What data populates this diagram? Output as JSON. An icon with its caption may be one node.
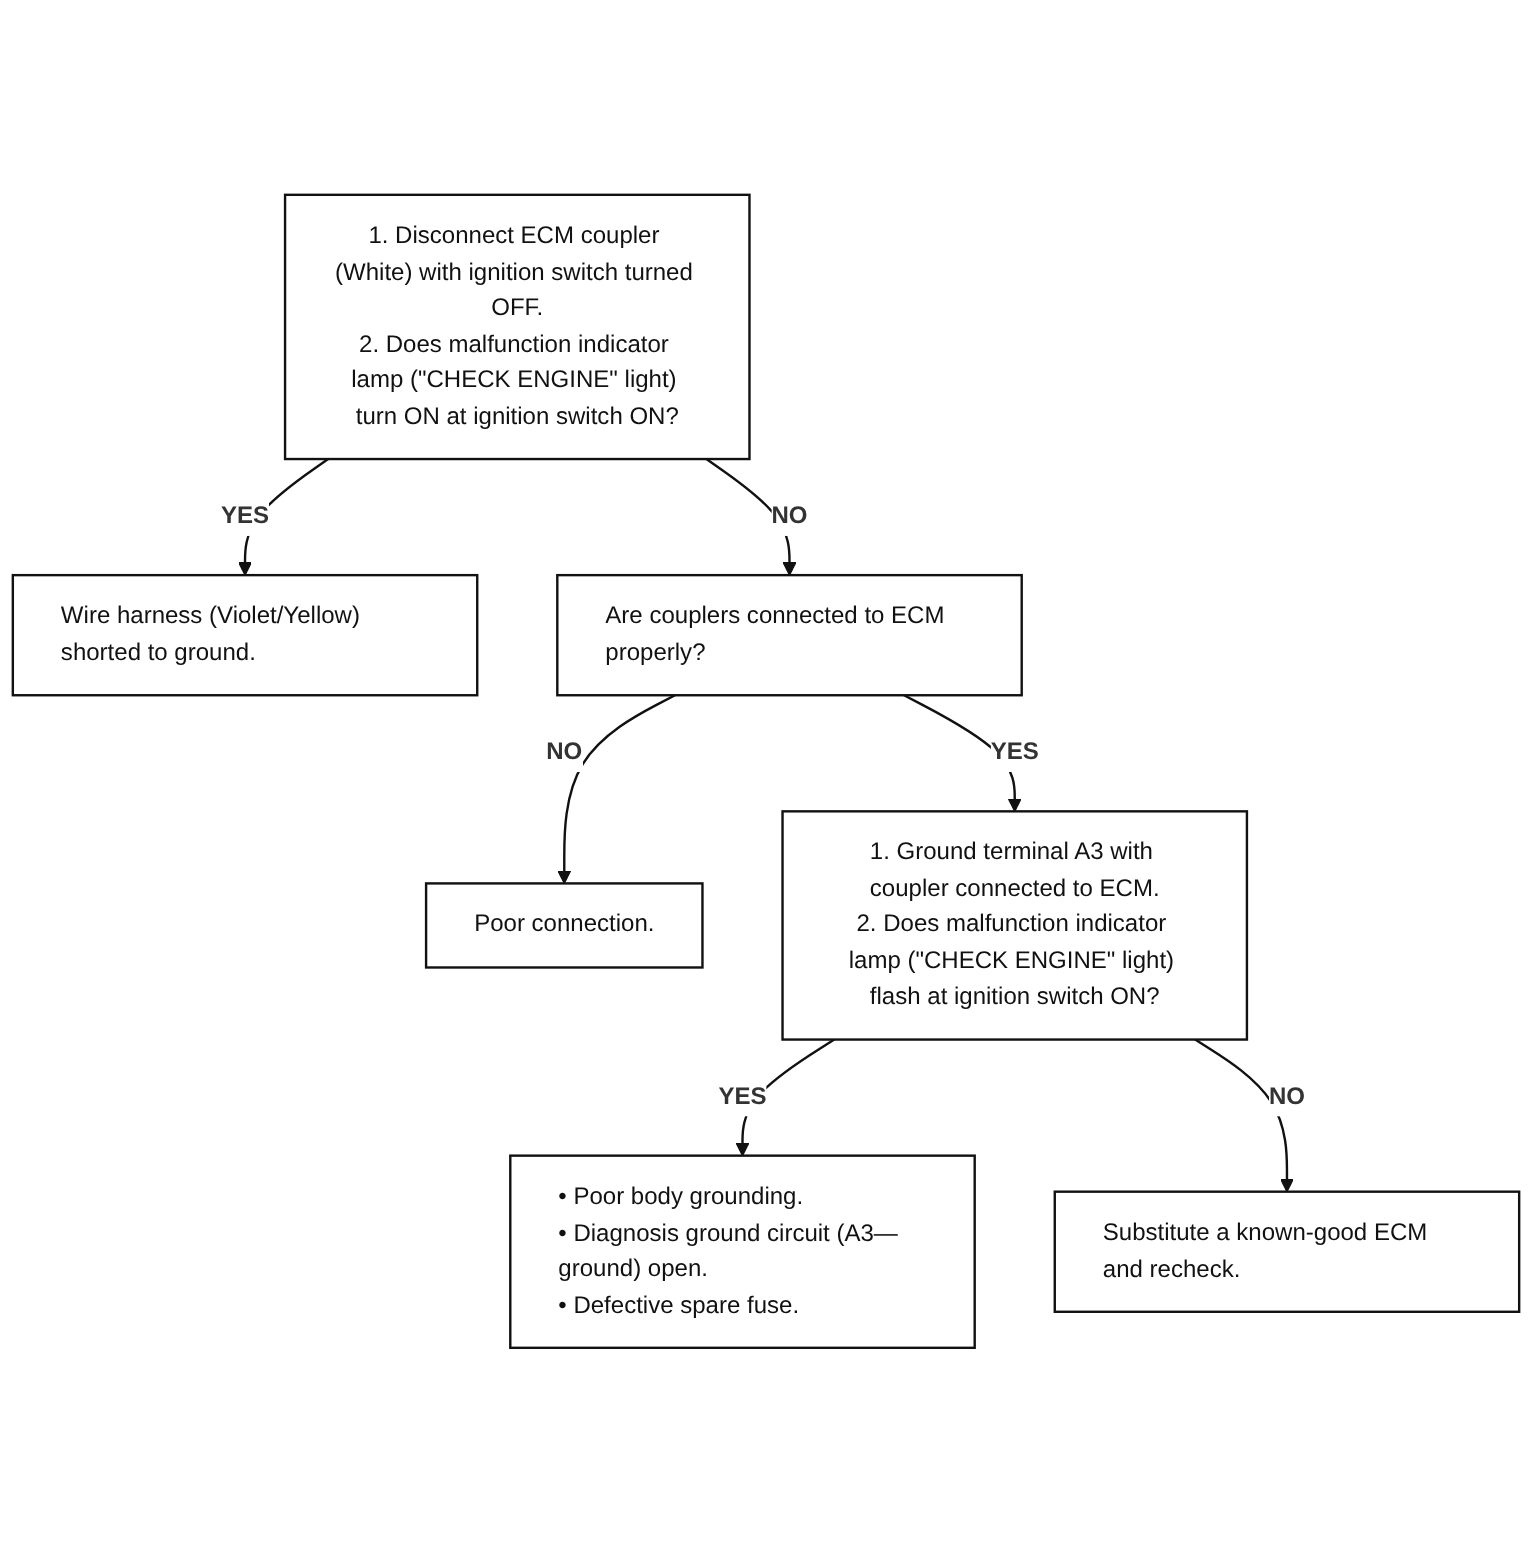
{
  "diagram": {
    "nodes": [
      {
        "text": [
          "1. Disconnect ECM coupler (White) with ignition switch turned OFF.",
          "2. Does malfunction indicator lamp (\"CHECK ENGINE\" light) turn ON at ignition switch ON?"
        ]
      },
      {
        "text": [
          "Wire harness (Violet/Yellow) shorted to ground."
        ]
      },
      {
        "text": [
          "Are couplers connected to ECM properly?"
        ]
      },
      {
        "text": [
          "Poor connection."
        ]
      },
      {
        "text": [
          "1. Ground terminal A3 with coupler connected to ECM.",
          "2. Does malfunction indicator lamp (\"CHECK ENGINE\" light) flash at ignition switch ON?"
        ]
      },
      {
        "text": [
          "• Poor body grounding.",
          "• Diagnosis ground circuit (A3—ground) open.",
          "• Defective spare fuse."
        ]
      },
      {
        "text": [
          "Substitute a known-good ECM and recheck."
        ]
      }
    ],
    "edges": [
      {
        "from": 0,
        "to": 1,
        "arrow": "to",
        "label": "YES"
      },
      {
        "from": 0,
        "to": 2,
        "arrow": "to",
        "label": "NO"
      },
      {
        "from": 2,
        "to": 3,
        "arrow": "to",
        "label": "NO"
      },
      {
        "from": 2,
        "to": 4,
        "arrow": "to",
        "label": "YES"
      },
      {
        "from": 4,
        "to": 5,
        "arrow": "to",
        "label": "YES"
      },
      {
        "from": 4,
        "to": 6,
        "arrow": "to",
        "label": "NO"
      }
    ]
  }
}
